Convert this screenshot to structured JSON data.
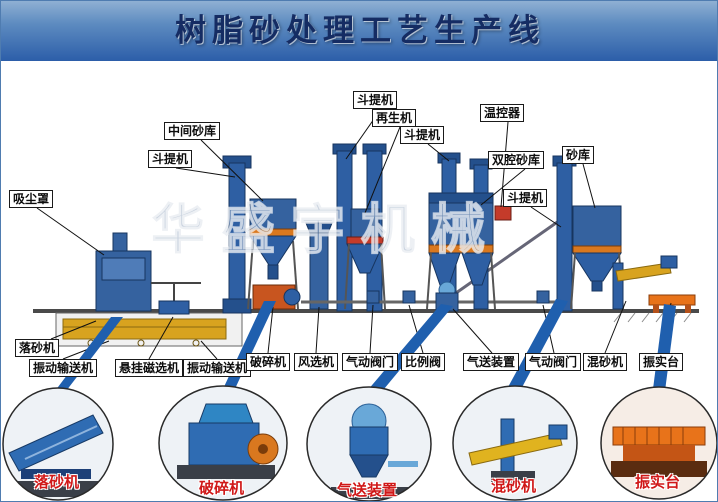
{
  "title": "树脂砂处理工艺生产线",
  "watermark": "华盛宇机械",
  "colors": {
    "title_bg": "#2c5ea9",
    "title_text": "#152c63",
    "machine_blue": "#35629f",
    "machine_blue_dark": "#24508c",
    "machine_orange": "#d9781f",
    "machine_red": "#c43b2a",
    "conveyor_yellow": "#d8a31f",
    "arrow_blue": "#1f5fae",
    "callout_label_red": "#d01818"
  },
  "labels": {
    "top": [
      {
        "text": "斗提机"
      },
      {
        "text": "再生机"
      },
      {
        "text": "温控器"
      },
      {
        "text": "中间砂库"
      },
      {
        "text": "斗提机"
      },
      {
        "text": "斗提机"
      },
      {
        "text": "双腔砂库"
      },
      {
        "text": "砂库"
      },
      {
        "text": "斗提机"
      },
      {
        "text": "吸尘罩"
      }
    ],
    "bottom": [
      {
        "text": "落砂机"
      },
      {
        "text": "振动输送机"
      },
      {
        "text": "悬挂磁选机"
      },
      {
        "text": "振动输送机"
      },
      {
        "text": "破碎机"
      },
      {
        "text": "风选机"
      },
      {
        "text": "气动阀门"
      },
      {
        "text": "比例阀"
      },
      {
        "text": "气送装置"
      },
      {
        "text": "气动阀门"
      },
      {
        "text": "混砂机"
      },
      {
        "text": "振实台"
      }
    ]
  },
  "callouts": [
    {
      "label": "落砂机"
    },
    {
      "label": "破碎机"
    },
    {
      "label": "气送装置"
    },
    {
      "label": "混砂机"
    },
    {
      "label": "振实台"
    }
  ]
}
